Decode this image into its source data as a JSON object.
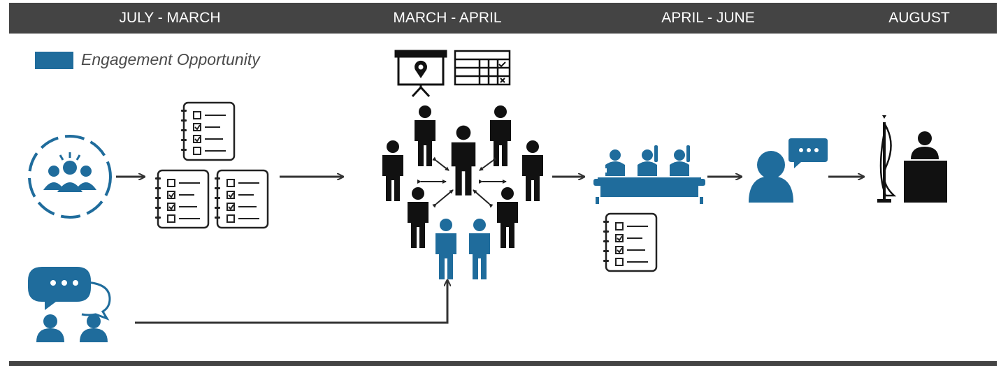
{
  "header": {
    "phases": [
      {
        "label": "JULY - MARCH"
      },
      {
        "label": "MARCH - APRIL"
      },
      {
        "label": "APRIL - JUNE"
      },
      {
        "label": "AUGUST"
      }
    ]
  },
  "legend": {
    "label": "Engagement Opportunity",
    "color": "#1f6c9c"
  },
  "colors": {
    "engagement": "#1f6c9c",
    "dark": "#111111",
    "bar": "#444444"
  },
  "icons": [
    "community-meeting-icon",
    "checklist-icon",
    "presentation-map-icon",
    "spreadsheet-icon",
    "people-network-icon",
    "public-people-icon",
    "hearing-panel-icon",
    "speaker-comment-icon",
    "official-podium-icon",
    "chat-people-icon"
  ]
}
